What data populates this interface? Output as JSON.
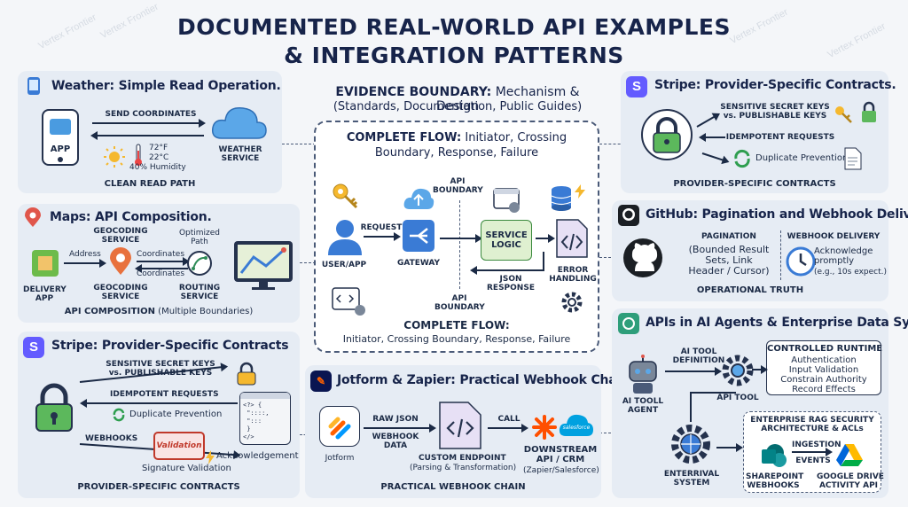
{
  "title": {
    "line1": "DOCUMENTED REAL-WORLD API EXAMPLES",
    "line2": "& INTEGRATION PATTERNS"
  },
  "watermark": "Vertex Frontier",
  "weather": {
    "heading": "Weather: Simple Read Operation.",
    "send": "SEND COORDINATES",
    "app": "APP",
    "temp_f": "72°F",
    "temp_c": "22°C",
    "humidity": "40% Humidity",
    "service": "WEATHER\nSERVICE",
    "caption": "CLEAN READ PATH"
  },
  "maps": {
    "heading": "Maps: API Composition.",
    "delivery": "DELIVERY\nAPP",
    "address": "Address",
    "geo_top": "GEOCODING\nSERVICE",
    "geo_bottom": "GEOCODING\nSERVICE",
    "coord1": "Coordinates",
    "coord2": "Coordinates",
    "optimized": "Optimized\nPath",
    "routing": "ROUTING\nSERVICE",
    "caption_bold": "API COMPOSITION",
    "caption_rest": " (Multiple Boundaries)"
  },
  "stripe_left": {
    "badge": "S",
    "heading": "Stripe: Provider-Specific Contracts",
    "keys": "SENSITIVE SECRET KEYS\nvs. PUBLISHABLE KEYS",
    "idem": "IDEMPOTENT REQUESTS",
    "dup": "Duplicate Prevention",
    "webhooks": "WEBHOOKS",
    "validation": "Validation",
    "sigval": "Signature Validation",
    "ack": "Acknowledgement",
    "caption": "PROVIDER-SPECIFIC CONTRACTS"
  },
  "center": {
    "evidence_bold": "EVIDENCE BOUNDARY:",
    "evidence_rest": " Mechanism & Design",
    "evidence_sub": "(Standards, Documentation, Public Guides)",
    "flow_bold": "COMPLETE FLOW:",
    "flow_rest": " Initiator, Crossing",
    "flow_line2": "Boundary, Response, Failure",
    "api_boundary_top": "API\nBOUNDARY",
    "request": "REQUEST",
    "user": "USER/APP",
    "gateway": "GATEWAY",
    "service_logic": "SERVICE\nLOGIC",
    "json_response": "JSON\nRESPONSE",
    "error": "ERROR\nHANDLING",
    "api_boundary_bottom": "API\nBOUNDARY",
    "flow2_bold": "COMPLETE FLOW:",
    "flow2_rest": "Initiator, Crossing Boundary, Response, Failure"
  },
  "jotform": {
    "heading": "Jotform & Zapier: Practical Webhook Chain",
    "raw": "RAW JSON",
    "webhook": "WEBHOOK\nDATA",
    "jotform_label": "Jotform",
    "custom": "CUSTOM ENDPOINT",
    "parsing": "(Parsing & Transformation)",
    "call": "CALL",
    "salesforce": "salesforce",
    "downstream": "DOWNSTREAM\nAPI / CRM",
    "zap_sf": "(Zapier/Salesforce)",
    "caption": "PRACTICAL WEBHOOK CHAIN"
  },
  "stripe_right": {
    "badge": "S",
    "heading": "Stripe: Provider-Specific Contracts.",
    "keys": "SENSITIVE SECRET KEYS\nvs. PUBLISHABLE KEYS",
    "idem": "IDEMPOTENT REQUESTS",
    "dup": "Duplicate Prevention",
    "caption": "PROVIDER-SPECIFIC CONTRACTS"
  },
  "github": {
    "heading": "GitHub: Pagination and Webhook Delivery",
    "pagination": "PAGINATION",
    "pag_detail": "(Bounded Result\nSets, Link\nHeader / Cursor)",
    "webhook_delivery": "WEBHOOK DELIVERY",
    "ack": "Acknowledge\npromptly",
    "ack_eg": "(e.g., 10s expect.)",
    "caption": "OPERATIONAL TRUTH"
  },
  "ai": {
    "heading": "APIs in AI Agents & Enterprise Data Systems",
    "tool_def": "AI TOOL\nDEFINITION",
    "agent": "AI TOOLL\nAGENT",
    "api_tool": "API TOOL",
    "runtime_title": "CONTROLLED RUNTIME",
    "runtime_items": [
      "Authentication",
      "Input Validation",
      "Constrain Authority",
      "Record Effects"
    ],
    "enterprise": "ENTERRIVAL\nSYSTEM",
    "rag_title": "ENTERPRISE RAG SECURITY\nARCHITECTURE & ACLs",
    "ingestion": "INGESTION",
    "events": "EVENTS",
    "sharepoint": "SHAREPOINT\nWEBHOOKS",
    "gdrive": "GOOGLE DRIVE\nACTIVITY API"
  }
}
